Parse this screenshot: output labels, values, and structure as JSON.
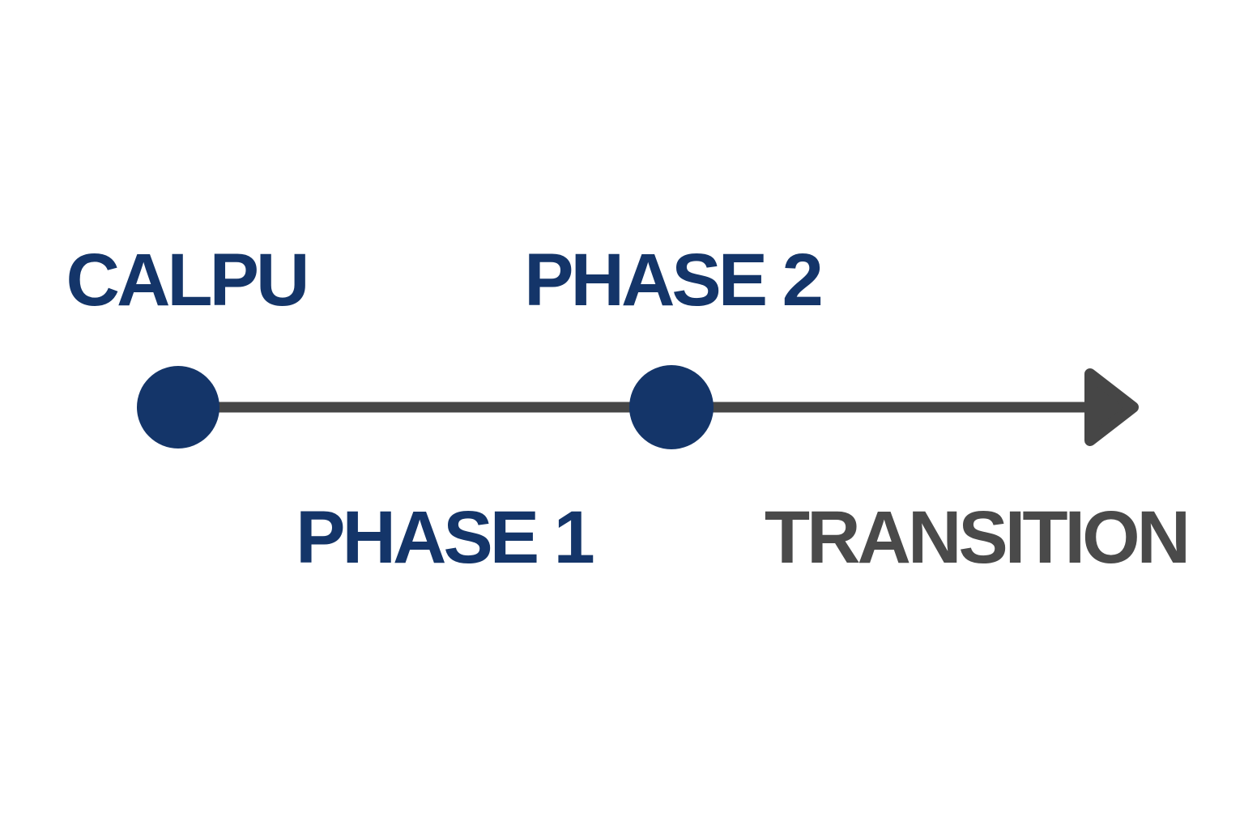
{
  "colors": {
    "background": "#ffffff",
    "node": "#143569",
    "line": "#464646",
    "primary_label": "#143569",
    "secondary_label": "#4a4a4a"
  },
  "timeline": {
    "nodes": [
      {
        "label": "CALPU"
      },
      {
        "label": "PHASE 2"
      }
    ],
    "segments": [
      {
        "label": "PHASE 1"
      },
      {
        "label": "TRANSITION"
      }
    ]
  }
}
